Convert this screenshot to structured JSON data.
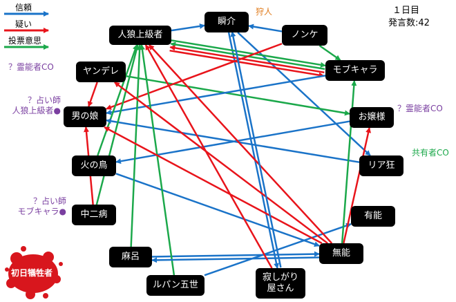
{
  "legend": [
    {
      "label": "信頼",
      "color": "#1a73c8"
    },
    {
      "label": "疑い",
      "color": "#e8141b"
    },
    {
      "label": "投票意思",
      "color": "#1ba84a"
    }
  ],
  "status": {
    "day": "１日目",
    "count": "発言数:42"
  },
  "nodes": [
    {
      "id": "jinro",
      "label": "人狼上級者"
    },
    {
      "id": "shunsuke",
      "label": "瞬介"
    },
    {
      "id": "nonke",
      "label": "ノンケ"
    },
    {
      "id": "mob",
      "label": "モブキャラ"
    },
    {
      "id": "yandere",
      "label": "ヤンデレ"
    },
    {
      "id": "otoko",
      "label": "男の娘"
    },
    {
      "id": "ojou",
      "label": "お嬢様"
    },
    {
      "id": "hinotori",
      "label": "火の鳥"
    },
    {
      "id": "riaju",
      "label": "リア狂"
    },
    {
      "id": "chuni",
      "label": "中二病"
    },
    {
      "id": "yuno",
      "label": "有能"
    },
    {
      "id": "maro",
      "label": "麻呂"
    },
    {
      "id": "muno",
      "label": "無能"
    },
    {
      "id": "lupin",
      "label": "ルパン五世"
    },
    {
      "id": "sabishi",
      "label": "寂しがり\n屋さん"
    }
  ],
  "annotations": {
    "hunter": "狩人",
    "medium_left": "？霊能者CO",
    "seer_otoko": "？占い師\n人狼上級者●",
    "medium_right": "？霊能者CO",
    "shared": "共有者CO",
    "seer_chuni": "？占い師\nモブキャラ●",
    "victim": "初日犠牲者"
  },
  "annotation_colors": {
    "orange": "#e07a1a",
    "purple": "#7a3fa0",
    "green": "#1ba84a"
  },
  "edges": [
    {
      "from": "jinro",
      "to": "shunsuke",
      "type": "trust"
    },
    {
      "from": "nonke",
      "to": "shunsuke",
      "type": "trust"
    },
    {
      "from": "nonke",
      "to": "mob",
      "type": "vote"
    },
    {
      "from": "shunsuke",
      "to": "riaju",
      "type": "trust"
    },
    {
      "from": "shunsuke",
      "to": "sabishi",
      "type": "trust"
    },
    {
      "from": "jinro",
      "to": "mob",
      "type": "vote"
    },
    {
      "from": "mob",
      "to": "jinro",
      "type": "vote"
    },
    {
      "from": "mob",
      "to": "jinro",
      "type": "doubt"
    },
    {
      "from": "jinro",
      "to": "mob",
      "type": "doubt"
    },
    {
      "from": "yandere",
      "to": "ojou",
      "type": "vote"
    },
    {
      "from": "yandere",
      "to": "otoko",
      "type": "doubt"
    },
    {
      "from": "mob",
      "to": "otoko",
      "type": "trust"
    },
    {
      "from": "nonke",
      "to": "otoko",
      "type": "doubt"
    },
    {
      "from": "hinotori",
      "to": "jinro",
      "type": "vote"
    },
    {
      "from": "riaju",
      "to": "otoko",
      "type": "trust"
    },
    {
      "from": "ojou",
      "to": "hinotori",
      "type": "trust"
    },
    {
      "from": "hinotori",
      "to": "muno",
      "type": "trust"
    },
    {
      "from": "chuni",
      "to": "jinro",
      "type": "vote"
    },
    {
      "from": "chuni",
      "to": "otoko",
      "type": "doubt"
    },
    {
      "from": "maro",
      "to": "jinro",
      "type": "vote"
    },
    {
      "from": "maro",
      "to": "muno",
      "type": "trust"
    },
    {
      "from": "lupin",
      "to": "jinro",
      "type": "vote"
    },
    {
      "from": "lupin",
      "to": "yuno",
      "type": "trust"
    },
    {
      "from": "muno",
      "to": "ojou",
      "type": "doubt"
    },
    {
      "from": "muno",
      "to": "maro",
      "type": "trust"
    },
    {
      "from": "muno",
      "to": "jinro",
      "type": "doubt"
    },
    {
      "from": "muno",
      "to": "yandere",
      "type": "doubt"
    },
    {
      "from": "muno",
      "to": "mob",
      "type": "vote"
    },
    {
      "from": "muno",
      "to": "otoko",
      "type": "doubt"
    },
    {
      "from": "sabishi",
      "to": "jinro",
      "type": "doubt"
    },
    {
      "from": "sabishi",
      "to": "shunsuke",
      "type": "trust"
    }
  ]
}
